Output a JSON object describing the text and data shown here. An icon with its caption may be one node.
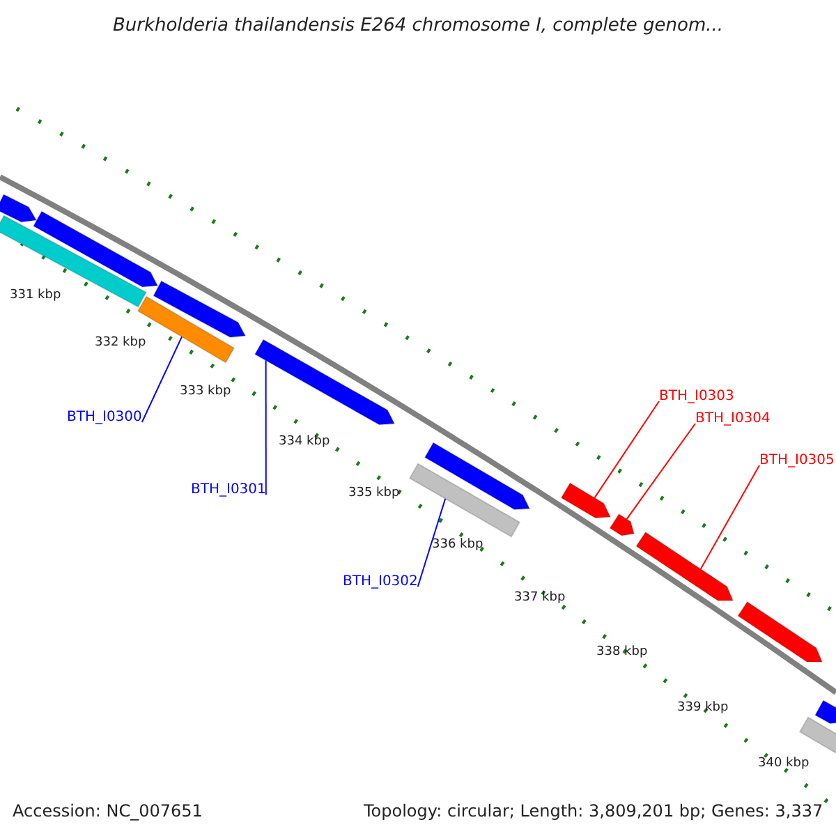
{
  "diagram": {
    "title": "Burkholderia thailandensis E264 chromosome I, complete genom...",
    "nodes": [
      {
        "text": [
          "BTH_I0300"
        ]
      },
      {
        "text": [],
        "shape": "bar"
      },
      {
        "text": [
          "BTH_I0301"
        ]
      },
      {
        "text": [],
        "shape": "arrow"
      },
      {
        "text": [
          "BTH_I0302"
        ]
      },
      {
        "text": [],
        "shape": "bar"
      },
      {
        "text": [
          "BTH_I0303"
        ]
      },
      {
        "text": [],
        "shape": "arrow"
      },
      {
        "text": [
          "BTH_I0304"
        ]
      },
      {
        "text": [],
        "shape": "arrow"
      },
      {
        "text": [
          "BTH_I0305"
        ]
      },
      {
        "text": [],
        "shape": "arrow"
      },
      {
        "text": [],
        "shape": "arrow"
      },
      {
        "text": [],
        "shape": "bar"
      },
      {
        "text": [],
        "shape": "arrow"
      },
      {
        "text": [],
        "shape": "arrow"
      },
      {
        "text": [],
        "shape": "arrow"
      },
      {
        "text": [],
        "shape": "arrow"
      },
      {
        "text": [],
        "shape": "bar"
      },
      {
        "text": [],
        "shape": "arrow"
      }
    ],
    "edges": [
      {
        "from": 0,
        "to": 1,
        "arrow": "none"
      },
      {
        "from": 2,
        "to": 3,
        "arrow": "none"
      },
      {
        "from": 4,
        "to": 5,
        "arrow": "none"
      },
      {
        "from": 6,
        "to": 7,
        "arrow": "none",
        "color": "#ff0000"
      },
      {
        "from": 8,
        "to": 9,
        "arrow": "none",
        "color": "#ff0000"
      },
      {
        "from": 10,
        "to": 11,
        "arrow": "none",
        "color": "#ff0000"
      }
    ],
    "labels": [
      "331 kbp",
      "332 kbp",
      "333 kbp",
      "334 kbp",
      "335 kbp",
      "336 kbp",
      "337 kbp",
      "338 kbp",
      "339 kbp",
      "340 kbp",
      "Accession: NC_007651",
      "Topology: circular; Length: 3,809,201 bp; Genes: 3,337"
    ]
  }
}
